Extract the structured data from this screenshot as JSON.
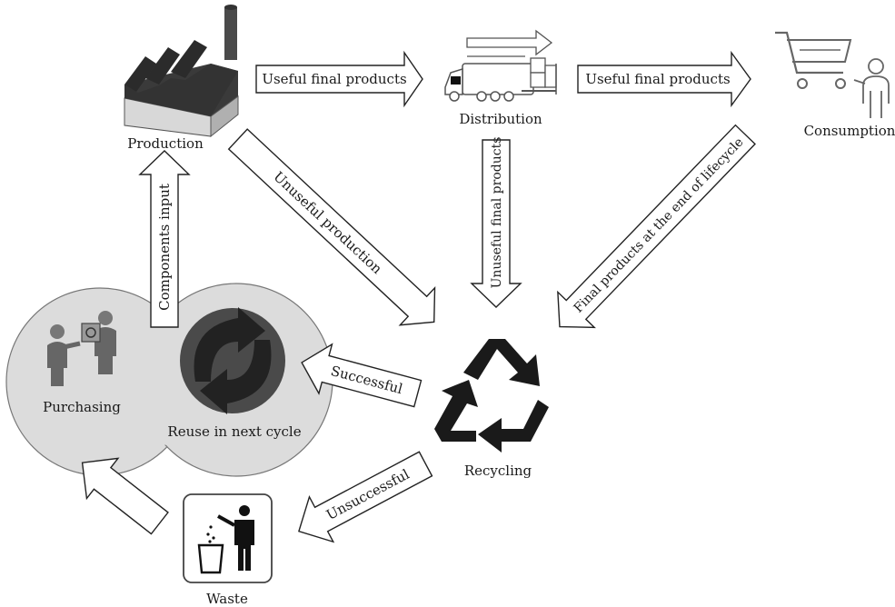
{
  "nodes": {
    "production": "Production",
    "distribution": "Distribution",
    "consumption": "Consumption",
    "purchasing": "Purchasing",
    "reuse": "Reuse in next cycle",
    "recycling": "Recycling",
    "waste": "Waste"
  },
  "arrows": {
    "prod_to_dist": "Useful final products",
    "dist_to_cons": "Useful final products",
    "prod_to_recycling": "Unuseful production",
    "dist_to_recycling": "Unuseful final products",
    "cons_to_recycling": "Final products at the end of lifecycle",
    "purchasing_to_production": "Components input",
    "recycling_to_reuse": "Successful",
    "recycling_to_waste": "Unsuccessful"
  },
  "icons": [
    "factory-icon",
    "delivery-truck-icon",
    "shopping-cart-icon",
    "person-icon",
    "handshake-icon",
    "reuse-circle-icon",
    "recycle-icon",
    "trash-bin-icon"
  ]
}
